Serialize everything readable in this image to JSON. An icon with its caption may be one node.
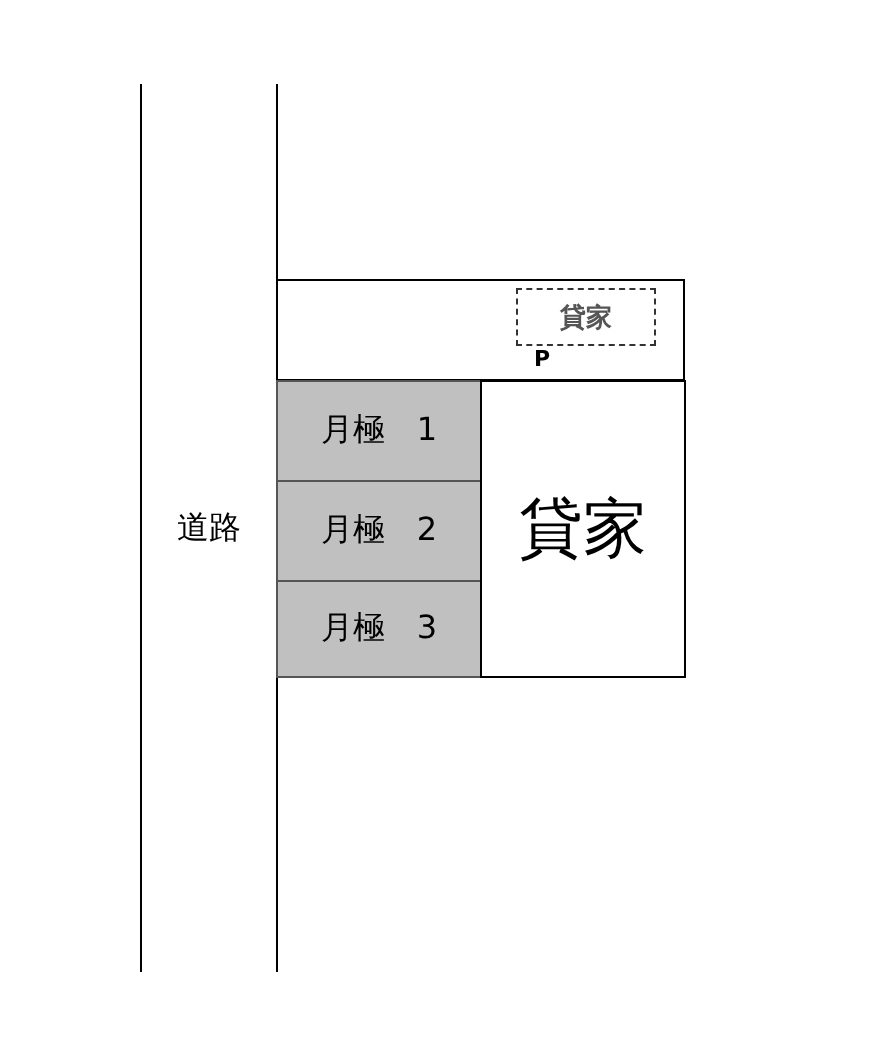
{
  "diagram": {
    "nodes": [
      {
        "text": [
          "道路"
        ]
      },
      {
        "text": [
          "貸家"
        ],
        "beside": [
          "P"
        ]
      },
      {
        "text": [
          "月極　1"
        ]
      },
      {
        "text": [
          "月極　2"
        ]
      },
      {
        "text": [
          "月極　3"
        ]
      },
      {
        "text": [
          "貸家"
        ]
      }
    ]
  }
}
